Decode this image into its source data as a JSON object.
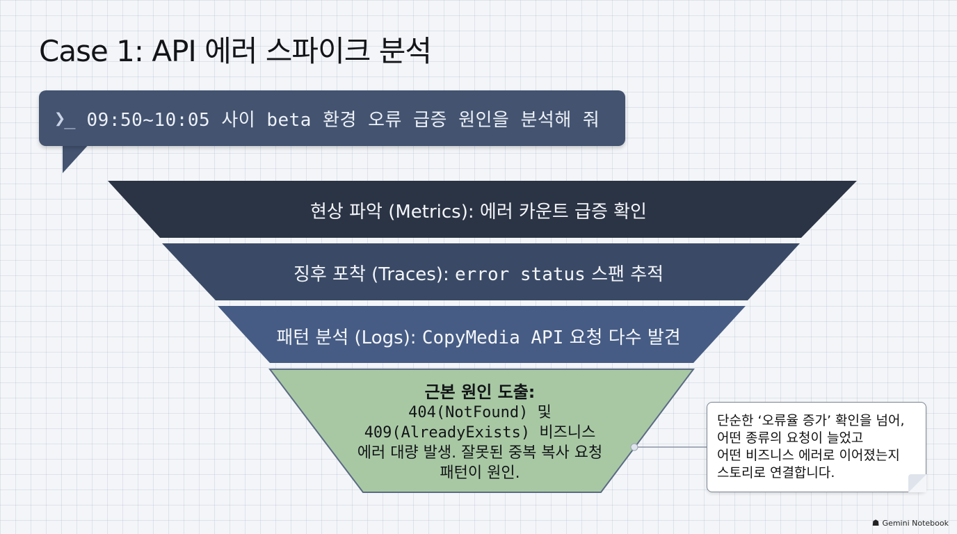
{
  "title": "Case 1: API 에러 스파이크 분석",
  "prompt": {
    "icon": "terminal-prompt-icon",
    "icon_glyph": "❯_",
    "text": "09:50~10:05 사이 beta 환경 오류 급증 원인을 분석해 줘"
  },
  "funnel": {
    "levels": [
      {
        "prefix": "현상 파악 (Metrics): ",
        "mono": "",
        "suffix": "에러 카운트 급증 확인",
        "color": "#2b3444"
      },
      {
        "prefix": "징후 포착 (Traces): ",
        "mono": "error status",
        "suffix": " 스팬 추적",
        "color": "#3a4a66"
      },
      {
        "prefix": "패턴 분석 (Logs): ",
        "mono": "CopyMedia API",
        "suffix": " 요청 다수 발견",
        "color": "#465c84"
      }
    ],
    "root_cause": {
      "title": "근본 원인 도출:",
      "line1": "404(NotFound) 및",
      "line2": "409(AlreadyExists) 비즈니스",
      "line3": "에러 대량 발생. 잘못된 중복 복사 요청",
      "line4": "패턴이 원인.",
      "color": "#a8c8a4",
      "border_color": "#5b6a84"
    }
  },
  "note": {
    "line1": "단순한 ‘오류율 증가’ 확인을 넘어,",
    "line2": "어떤 종류의 요청이 늘었고",
    "line3": "어떤 비즈니스 에러로 이어졌는지",
    "line4": "스토리로 연결합니다."
  },
  "brand": {
    "icon": "gemini-icon",
    "label": "Gemini Notebook"
  }
}
